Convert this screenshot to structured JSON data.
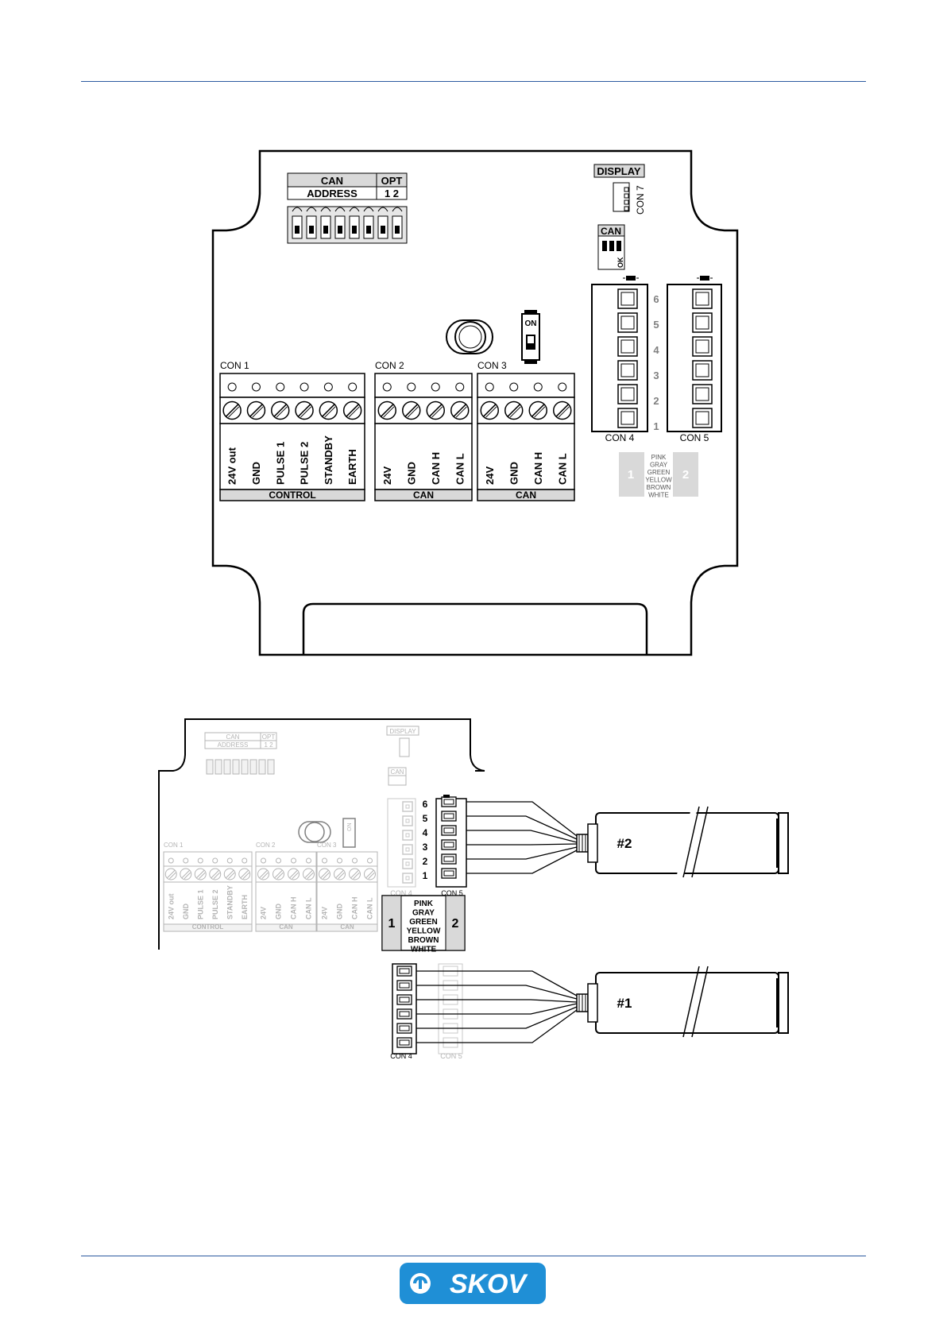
{
  "colors": {
    "rule": "#2c5aa0",
    "logo": "#1f8fd6",
    "faded": "#b4b4b4",
    "lightfill": "#d9d9d9"
  },
  "top": {
    "dip": {
      "can": "CAN",
      "opt": "OPT",
      "address": "ADDRESS",
      "opt_nums": "1 2"
    },
    "display": "DISPLAY",
    "con7": "CON 7",
    "can_led": {
      "label": "CAN",
      "ok": "OK"
    },
    "switch_on": "ON",
    "con1": {
      "label": "CON 1",
      "pins": [
        "24V out",
        "GND",
        "PULSE 1",
        "PULSE 2",
        "STANDBY",
        "EARTH"
      ],
      "group": "CONTROL"
    },
    "con2": {
      "label": "CON 2",
      "pins": [
        "24V",
        "GND",
        "CAN H",
        "CAN L"
      ],
      "group": "CAN"
    },
    "con3": {
      "label": "CON 3",
      "pins": [
        "24V",
        "GND",
        "CAN H",
        "CAN L"
      ],
      "group": "CAN"
    },
    "con4": "CON 4",
    "con5": "CON 5",
    "numbers": [
      "6",
      "5",
      "4",
      "3",
      "2",
      "1"
    ],
    "legend": {
      "left": "1",
      "right": "2",
      "colors": [
        "PINK",
        "GRAY",
        "GREEN",
        "YELLOW",
        "BROWN",
        "WHITE"
      ]
    }
  },
  "bottom": {
    "dip": {
      "can": "CAN",
      "opt": "OPT",
      "address": "ADDRESS",
      "opt_nums": "1 2"
    },
    "display": "DISPLAY",
    "can": "CAN",
    "switch_on": "ON",
    "con1": {
      "label": "CON 1",
      "pins": [
        "24V out",
        "GND",
        "PULSE 1",
        "PULSE 2",
        "STANDBY",
        "EARTH"
      ],
      "group": "CONTROL"
    },
    "con2": {
      "label": "CON 2",
      "pins": [
        "24V",
        "GND",
        "CAN H",
        "CAN L"
      ],
      "group": "CAN"
    },
    "con3": {
      "label": "CON 3",
      "pins": [
        "24V",
        "GND",
        "CAN H",
        "CAN L"
      ],
      "group": "CAN"
    },
    "numbers": [
      "6",
      "5",
      "4",
      "3",
      "2",
      "1"
    ],
    "con4": "CON 4",
    "con5": "CON 5",
    "legend": {
      "left": "1",
      "right": "2",
      "colors": [
        "PINK",
        "GRAY",
        "GREEN",
        "YELLOW",
        "BROWN",
        "WHITE"
      ]
    },
    "sensor2": "#2",
    "sensor1": "#1",
    "con4_b": "CON 4",
    "con5_b": "CON 5"
  },
  "logo_text": "SKOV"
}
